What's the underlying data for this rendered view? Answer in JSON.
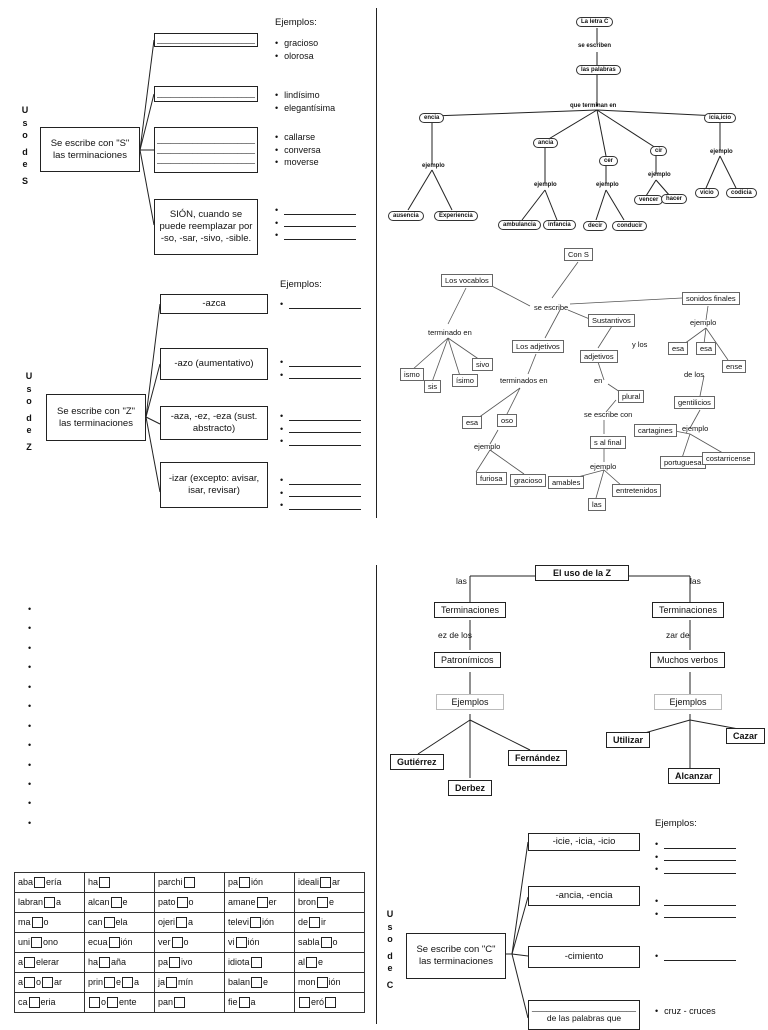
{
  "uso_s": {
    "vertical": [
      "U",
      "s",
      "o",
      "d",
      "e",
      "S"
    ],
    "examples_title": "Ejemplos:",
    "main_box": "Se escribe con \"S\" las terminaciones",
    "boxes": [
      {
        "text": "______________________"
      },
      {
        "text": "______________________"
      },
      {
        "text": "______________________\n______________________\n______________________"
      },
      {
        "text": "SIÓN, cuando se puede reemplazar por -so, -sar, -sivo, -sible."
      }
    ],
    "examples": [
      "gracioso",
      "olorosa",
      "lindísimo",
      "elegantísima",
      "callarse",
      "conversa",
      "moverse"
    ]
  },
  "uso_z": {
    "vertical": [
      "U",
      "s",
      "o",
      "d",
      "e",
      "Z"
    ],
    "examples_title": "Ejemplos:",
    "main_box": "Se escribe con \"Z\" las terminaciones",
    "boxes": [
      "-azca",
      "-azo (aumentativo)",
      "-aza, -ez, -eza (sust. abstracto)",
      "-izar (excepto: avisar, isar, revisar)"
    ]
  },
  "cmap_c": {
    "root": "La letra C",
    "n1": "se escriben",
    "n2": "las palabras",
    "n3": "que terminan en",
    "encia": "encia",
    "ancia": "ancia",
    "cer": "cer",
    "cir": "cir",
    "icia": "icia,icio",
    "ejemplo": "ejemplo",
    "ausencia": "ausencia",
    "experiencia": "Experiencia",
    "ambulancia": "ambulancia",
    "infancia": "infancia",
    "decir": "decir",
    "conducir": "conducir",
    "vencer": "vencer",
    "hacer": "hacer",
    "vicio": "vicio",
    "codicia": "codicia"
  },
  "cmap_s": {
    "root": "Con S",
    "se_escribe": "se escribe",
    "vocablos": "Los vocablos",
    "terminado_en": "terminado en",
    "ismo": "ismo",
    "sis": "sis",
    "isimo": "ísimo",
    "sivo": "sivo",
    "adjetivos": "Los adjetivos",
    "terminados_en": "terminados en",
    "esa": "esa",
    "oso": "oso",
    "ejemplo": "ejemplo",
    "furiosa": "furiosa",
    "gracioso": "gracioso",
    "sustantivos": "Sustantivos",
    "y_los": "y los",
    "adjetivos2": "adjetivos",
    "en": "en",
    "plural": "plural",
    "se_escribe_con": "se escribe  con",
    "s_al_final": "s al final",
    "amables": "amables",
    "entretenidos": "entretenidos",
    "las": "las",
    "sonidos": "sonidos finales",
    "esa1": "esa",
    "esa2": "esa",
    "ense": "ense",
    "de_los": "de los",
    "gentilicios": "gentilicios",
    "cartagines": "cartagines",
    "portuguesa": "portuguesa",
    "costarricense": "costarricense"
  },
  "cmap_z": {
    "root": "El uso de la Z",
    "las_l": "las",
    "las_r": "las",
    "term_l": "Terminaciones",
    "term_r": "Terminaciones",
    "ez": "ez de los",
    "zar": "zar de",
    "patronimicos": "Patronímicos",
    "verbos": "Muchos verbos",
    "ejemplos_l": "Ejemplos",
    "ejemplos_r": "Ejemplos",
    "gutierrez": "Gutiérrez",
    "derbez": "Derbez",
    "fernandez": "Fernández",
    "utilizar": "Utilizar",
    "alcanzar": "Alcanzar",
    "cazar": "Cazar"
  },
  "uso_c": {
    "vertical": [
      "U",
      "s",
      "o",
      "d",
      "e",
      "C"
    ],
    "examples_title": "Ejemplos:",
    "main_box": "Se escribe con \"C\" las terminaciones",
    "boxes": [
      "-icie, -icia, -icio",
      "-ancia, -encia",
      "-cimiento",
      "______________________ de las palabras que"
    ],
    "examples_last": [
      "cruz - cruces"
    ]
  },
  "table": {
    "rows": [
      [
        "aba|ería",
        "ha|",
        "parchi|",
        "pa|ión",
        "ideali|ar"
      ],
      [
        "labran|a",
        "alcan|e",
        "pato|o",
        "amane|er",
        "bron|e"
      ],
      [
        "ma|o",
        "can|ela",
        "ojeri|a",
        "televi|ión",
        "de|ir"
      ],
      [
        "uni|ono",
        "ecua|ión",
        "ver|o",
        "vi|ión",
        "sabla|o"
      ],
      [
        "a|elerar",
        "ha|aña",
        "pa|ivo",
        "idiota|",
        "al|e"
      ],
      [
        "a|o|ar",
        "prin|e|a",
        "ja|mín",
        "balan|e",
        "mon|ión"
      ],
      [
        "ca|eria",
        "|o|ente",
        "pan|",
        "fie|a",
        "|eró|"
      ]
    ]
  }
}
